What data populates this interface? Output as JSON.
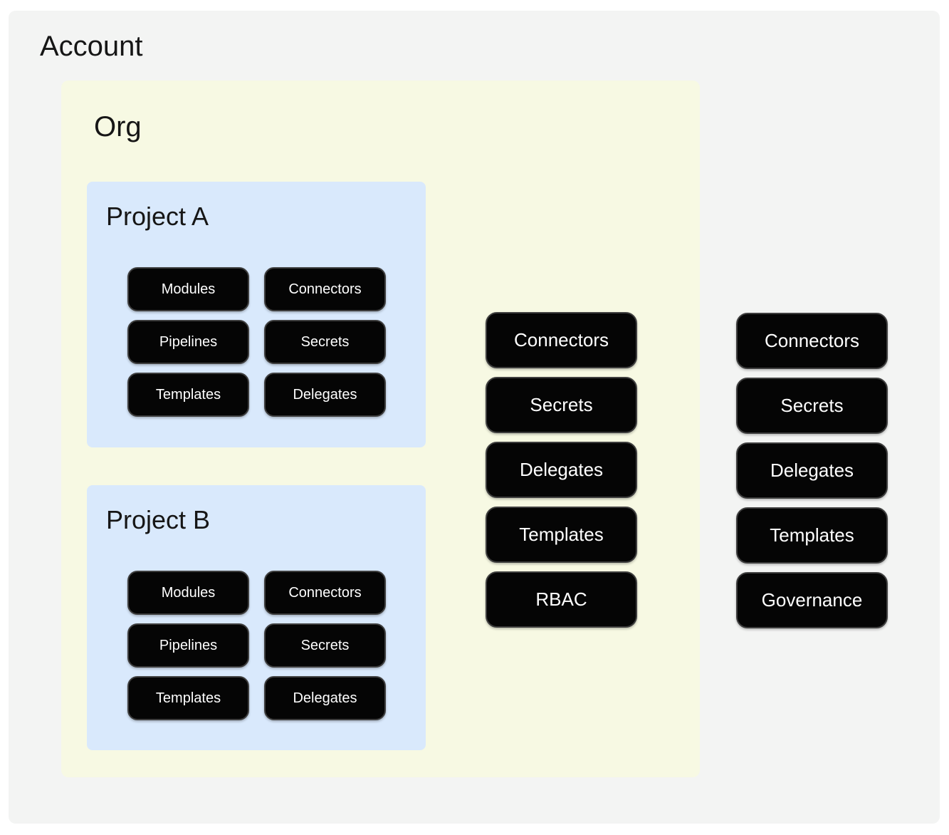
{
  "account": {
    "label": "Account",
    "bg_color": "#f3f4f3",
    "chips": [
      "Connectors",
      "Secrets",
      "Delegates",
      "Templates",
      "Governance"
    ]
  },
  "org": {
    "label": "Org",
    "bg_color": "#f7f9e3",
    "chips": [
      "Connectors",
      "Secrets",
      "Delegates",
      "Templates",
      "RBAC"
    ]
  },
  "projects": [
    {
      "label": "Project A",
      "bg_color": "#d9e9fc",
      "chips": [
        "Modules",
        "Connectors",
        "Pipelines",
        "Secrets",
        "Templates",
        "Delegates"
      ]
    },
    {
      "label": "Project B",
      "bg_color": "#d9e9fc",
      "chips": [
        "Modules",
        "Connectors",
        "Pipelines",
        "Secrets",
        "Templates",
        "Delegates"
      ]
    }
  ],
  "chip_style": {
    "bg_color": "#050505",
    "border_color": "#3e3e3e",
    "text_color": "#ffffff"
  }
}
